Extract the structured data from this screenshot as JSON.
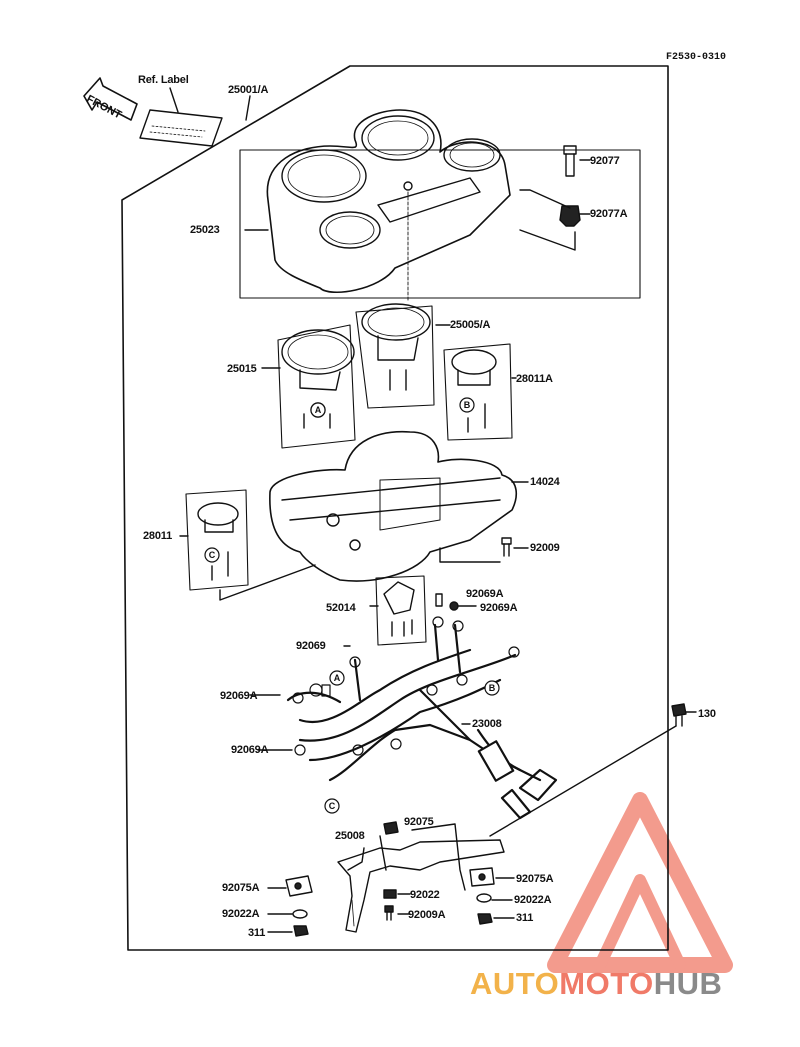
{
  "diagram_code": "F2530-0310",
  "ref_label": "Ref. Label",
  "front_label": "FRONT",
  "labels": {
    "l25001A": "25001/A",
    "l92077": "92077",
    "l92077A": "92077A",
    "l25023": "25023",
    "l25005A": "25005/A",
    "l25015": "25015",
    "l28011A": "28011A",
    "l14024": "14024",
    "l28011": "28011",
    "l92009": "92009",
    "l92069A_1": "92069A",
    "l52014": "52014",
    "l92069A_2": "92069A",
    "l92069": "92069",
    "l92069A_3": "92069A",
    "l130": "130",
    "l23008": "23008",
    "l92069A_4": "92069A",
    "l25008": "25008",
    "l92075": "92075",
    "l92075A_1": "92075A",
    "l92075A_2": "92075A",
    "l92022": "92022",
    "l92022A_1": "92022A",
    "l92022A_2": "92022A",
    "l92009A": "92009A",
    "l311_1": "311",
    "l311_2": "311"
  },
  "connector_marks": [
    "A",
    "B",
    "C",
    "A",
    "B",
    "C"
  ],
  "watermark": {
    "part1": "AUTO",
    "part2": "MOTO",
    "part3": "HUB"
  },
  "colors": {
    "line": "#111111",
    "watermark_orange": "#f2b24a",
    "watermark_red": "#f07a68",
    "watermark_grey": "#8a8a8a"
  }
}
